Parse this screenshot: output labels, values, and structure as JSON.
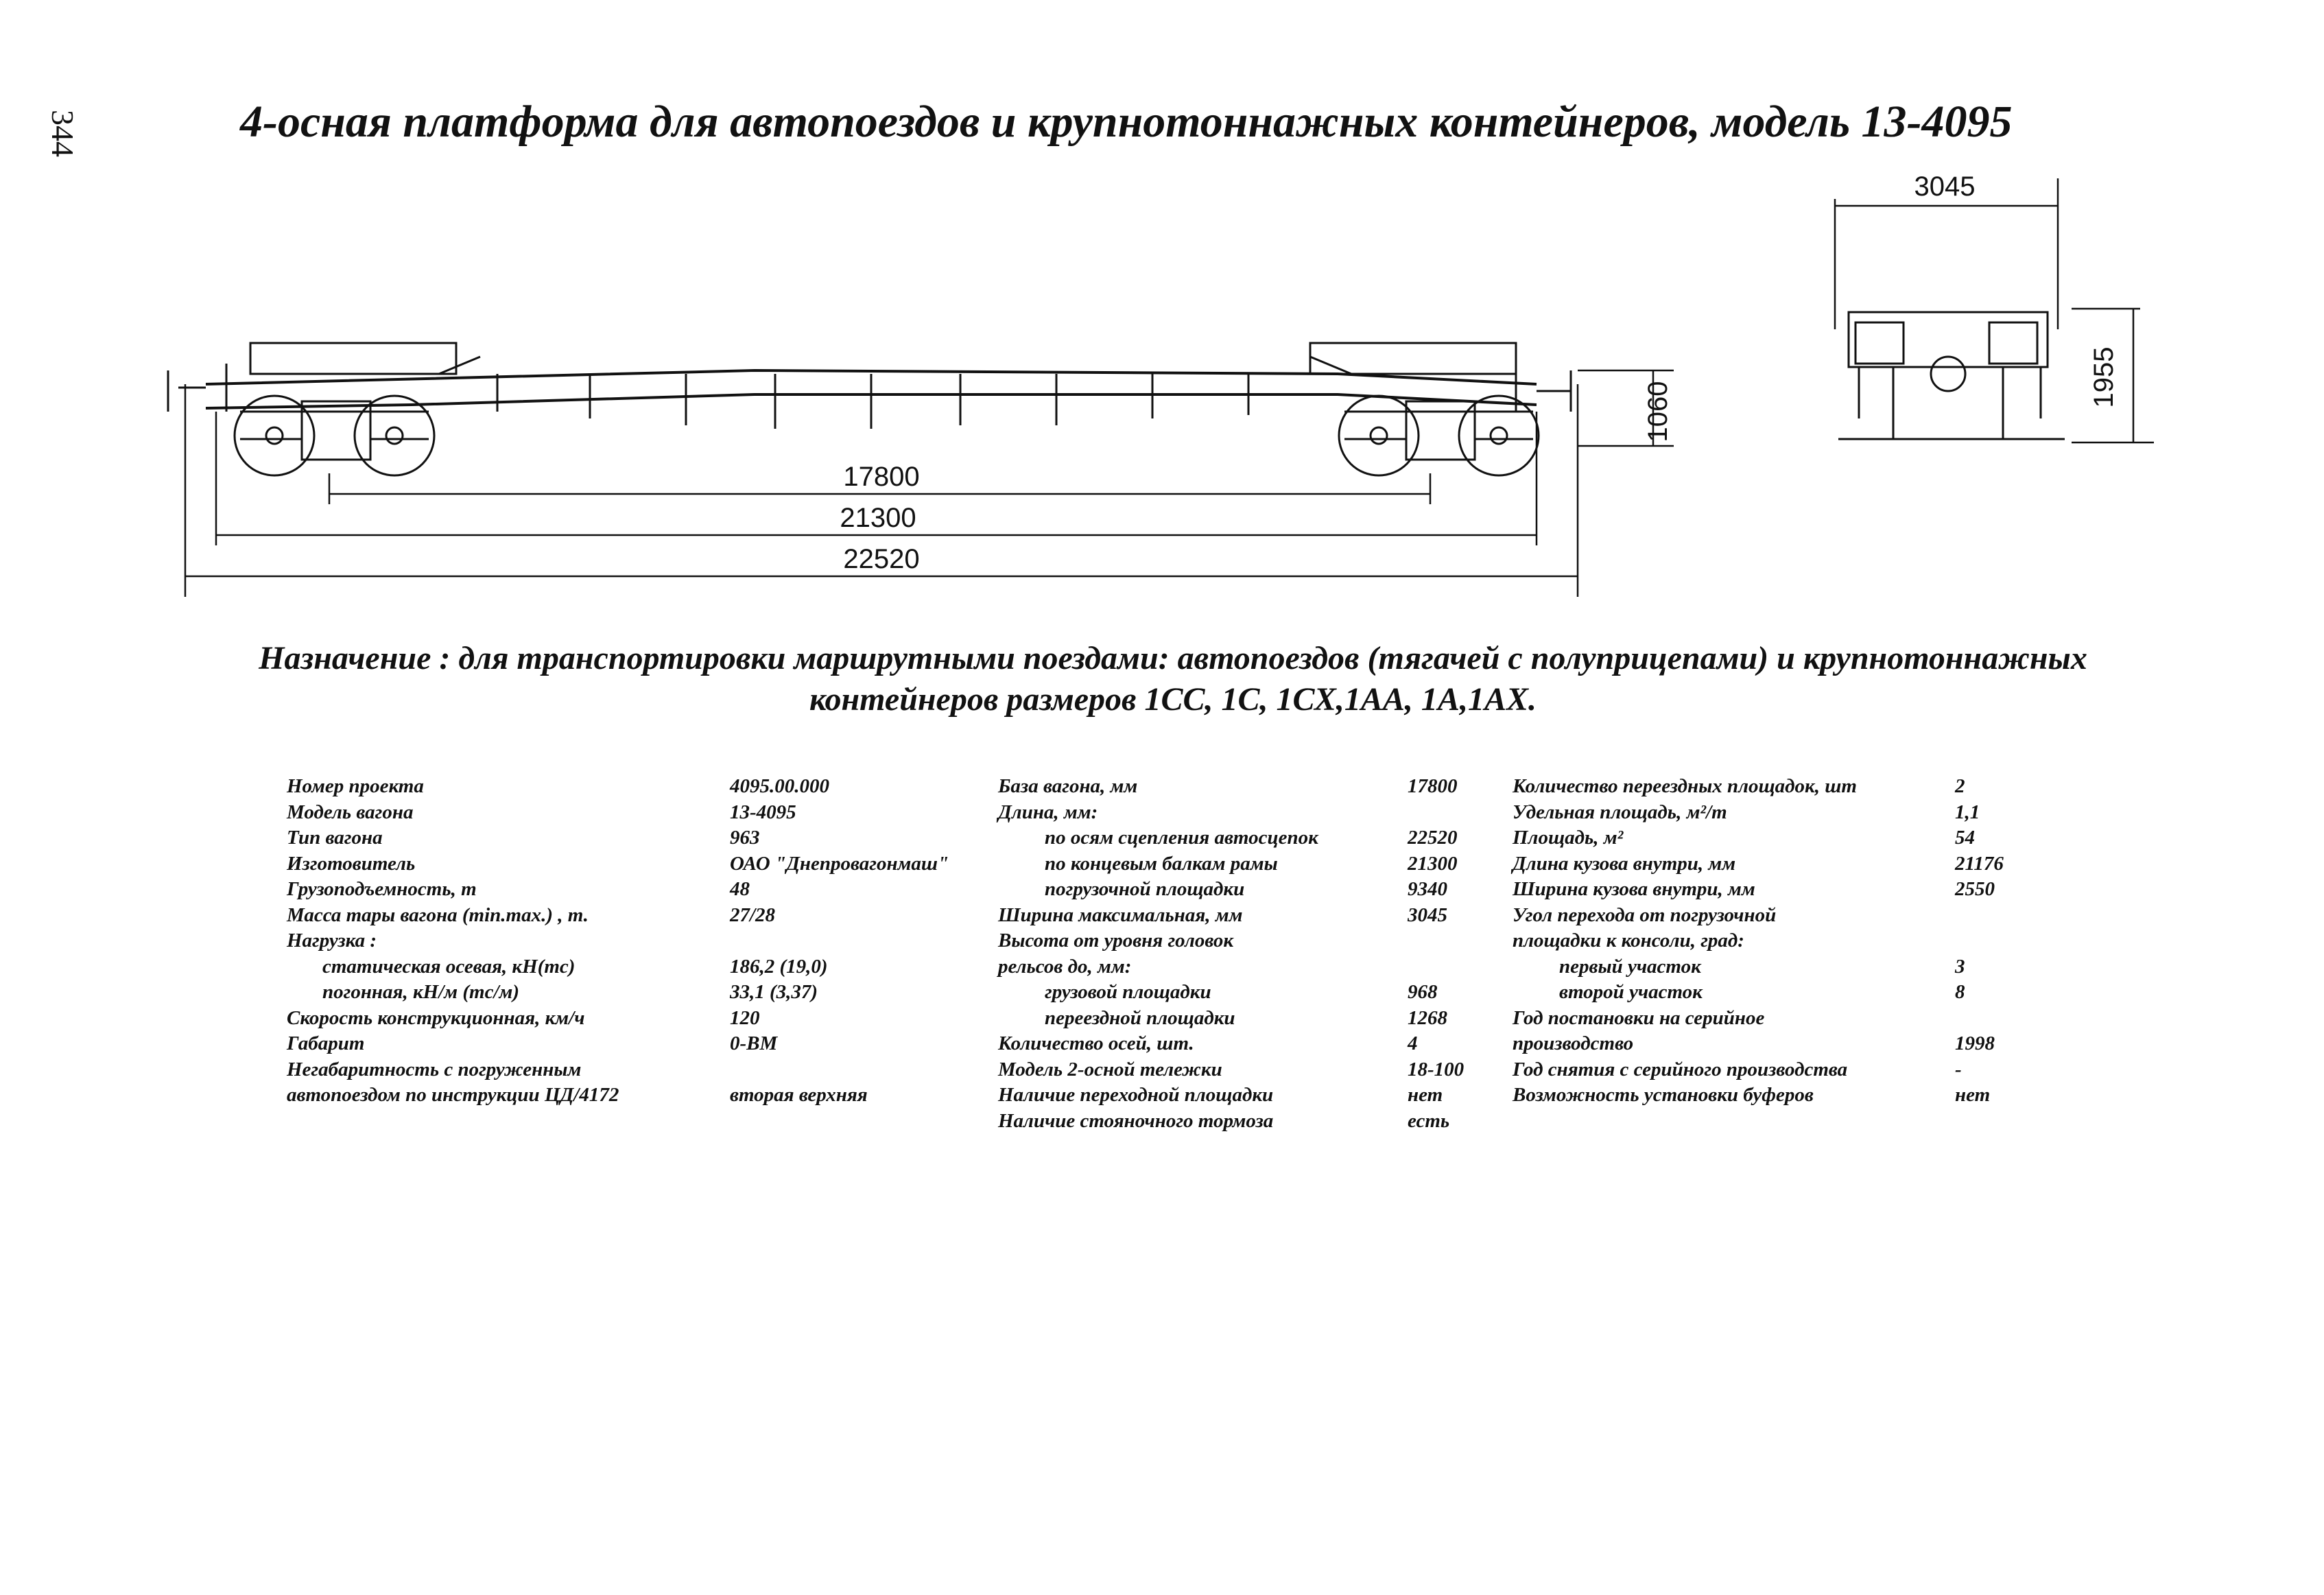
{
  "page_number": "344",
  "title": "4-осная платформа для автопоездов и крупнотоннажных контейнеров, модель 13-4095",
  "drawing": {
    "side_dims": [
      "17800",
      "21300",
      "22520",
      "1060"
    ],
    "end_dims": [
      "3045",
      "1955"
    ]
  },
  "purpose": {
    "line1": "Назначение : для транспортировки маршрутными поездами: автопоездов (тягачей с полуприцепами) и крупнотоннажных",
    "line2": "контейнеров размеров 1СС, 1С, 1СХ,1АА, 1А,1АХ."
  },
  "specs": {
    "col1": [
      {
        "label": "Номер проекта",
        "value": "4095.00.000"
      },
      {
        "label": "Модель вагона",
        "value": "13-4095"
      },
      {
        "label": "Тип вагона",
        "value": "963"
      },
      {
        "label": "Изготовитель",
        "value": "ОАО \"Днепровагонмаш\""
      },
      {
        "label": "Грузоподъемность, т",
        "value": "48"
      },
      {
        "label": "Масса тары вагона (min.max.) , т.",
        "value": "27/28"
      },
      {
        "label": "Нагрузка :",
        "value": ""
      },
      {
        "label": "статическая осевая, кН(тс)",
        "value": "186,2 (19,0)"
      },
      {
        "label": "погонная, кН/м (тс/м)",
        "value": "33,1 (3,37)"
      },
      {
        "label": "Скорость конструкционная, км/ч",
        "value": "120"
      },
      {
        "label": "Габарит",
        "value": "0-ВМ"
      },
      {
        "label": "Негабаритность с погруженным",
        "value": ""
      },
      {
        "label": "автопоездом по инструкции ЦД/4172",
        "value": "вторая верхняя"
      }
    ],
    "col2": [
      {
        "label": "База вагона, мм",
        "value": "17800"
      },
      {
        "label": "Длина, мм:",
        "value": ""
      },
      {
        "label": "по осям сцепления автосцепок",
        "value": "22520"
      },
      {
        "label": "по концевым балкам рамы",
        "value": "21300"
      },
      {
        "label": "погрузочной площадки",
        "value": "9340"
      },
      {
        "label": "Ширина максимальная, мм",
        "value": "3045"
      },
      {
        "label": "Высота от уровня головок",
        "value": ""
      },
      {
        "label": "рельсов до, мм:",
        "value": ""
      },
      {
        "label": "грузовой площадки",
        "value": "968"
      },
      {
        "label": "переездной площадки",
        "value": "1268"
      },
      {
        "label": "Количество осей, шт.",
        "value": "4"
      },
      {
        "label": "Модель 2-осной тележки",
        "value": "18-100"
      },
      {
        "label": "Наличие переходной площадки",
        "value": "нет"
      },
      {
        "label": "Наличие стояночного тормоза",
        "value": "есть"
      }
    ],
    "col3": [
      {
        "label": "Количество переездных площадок, шт",
        "value": "2"
      },
      {
        "label": "Удельная площадь, м²/т",
        "value": "1,1"
      },
      {
        "label": "Площадь, м²",
        "value": "54"
      },
      {
        "label": "Длина кузова внутри, мм",
        "value": "21176"
      },
      {
        "label": "Ширина кузова внутри, мм",
        "value": "2550"
      },
      {
        "label": "Угол перехода от погрузочной",
        "value": ""
      },
      {
        "label": "площадки к консоли, град:",
        "value": ""
      },
      {
        "label": "первый участок",
        "value": "3"
      },
      {
        "label": "второй участок",
        "value": "8"
      },
      {
        "label": "Год постановки на серийное",
        "value": ""
      },
      {
        "label": "производство",
        "value": "1998"
      },
      {
        "label": "Год снятия с серийного производства",
        "value": "-"
      },
      {
        "label": "Возможность установки буферов",
        "value": "нет"
      }
    ]
  }
}
